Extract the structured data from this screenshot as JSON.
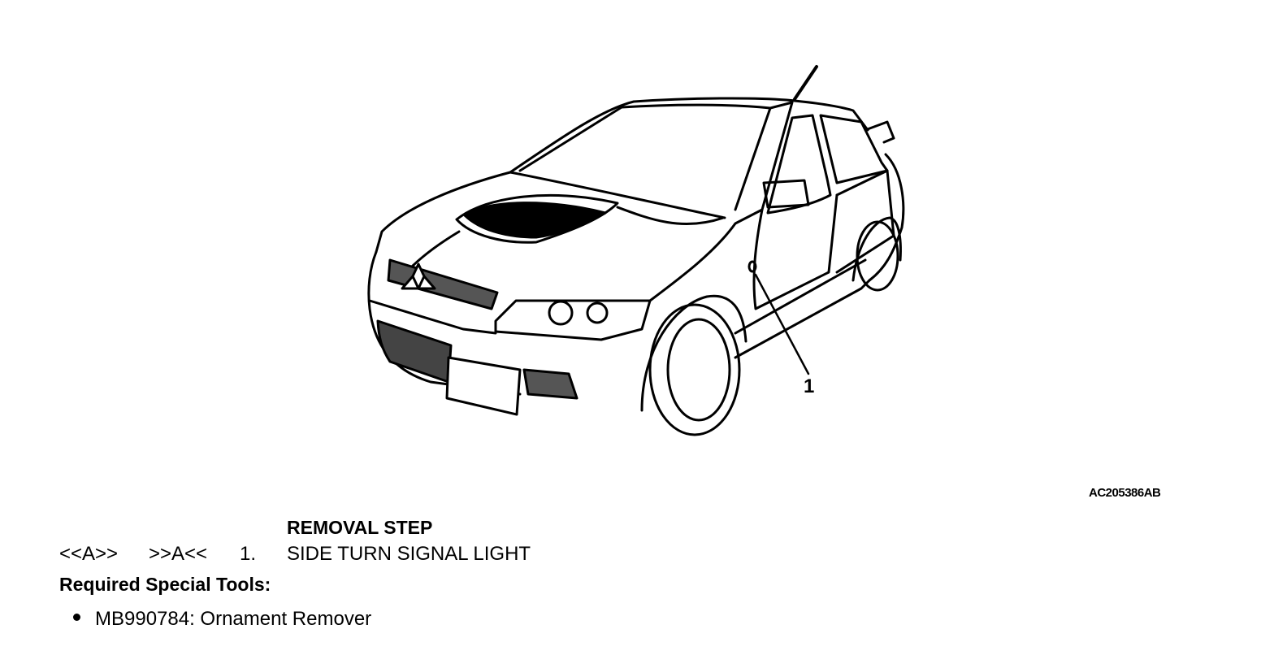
{
  "figure": {
    "callout_number": "1",
    "figure_code": "AC205386AB"
  },
  "removal": {
    "heading": "REMOVAL STEP",
    "steps": [
      {
        "removal_mark": "<<A>>",
        "install_mark": ">>A<<",
        "number": "1.",
        "name": "SIDE TURN SIGNAL LIGHT"
      }
    ]
  },
  "tools": {
    "heading": "Required Special Tools:",
    "items": [
      {
        "text": "MB990784: Ornament Remover"
      }
    ]
  }
}
